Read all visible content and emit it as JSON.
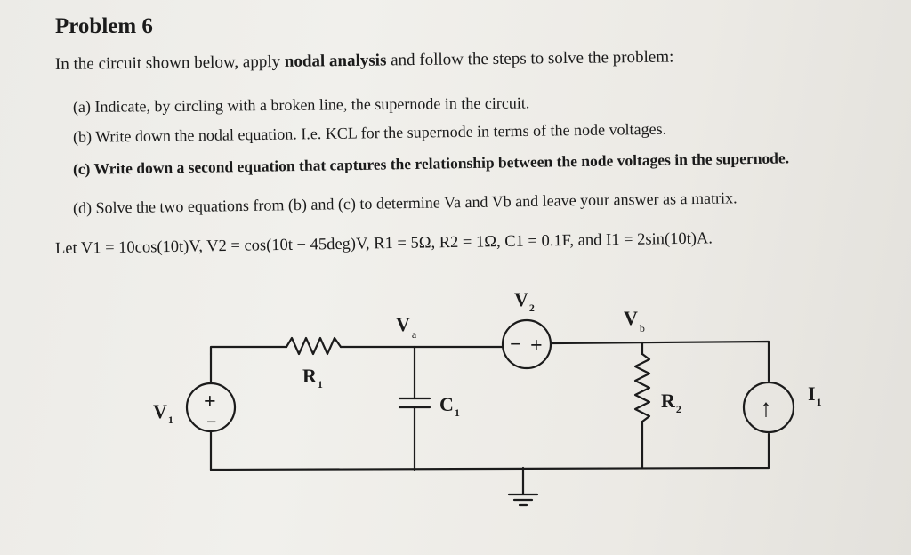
{
  "title": "Problem 6",
  "intro": {
    "before": "In the circuit shown below, apply ",
    "emphasis": "nodal analysis",
    "after": " and follow the steps to solve the problem:"
  },
  "steps": [
    "(a)  Indicate, by circling with a broken line, the supernode in the circuit.",
    "(b)  Write down the nodal equation. I.e. KCL for the supernode in terms of the node voltages.",
    "(c)  Write down a second equation that captures the relationship between the node voltages in the supernode.",
    "(d)  Solve the two equations from (b) and (c) to determine Va and Vb and leave your answer as a matrix."
  ],
  "given": "Let V1 = 10cos(10t)V, V2 = cos(10t − 45deg)V, R1 = 5Ω, R2 = 1Ω, C1 = 0.1F, and I1 = 2sin(10t)A.",
  "circuit": {
    "labels": {
      "v1": "V",
      "v1_sub": "1",
      "r1": "R",
      "r1_sub": "1",
      "va": "V",
      "va_sub": "a",
      "c1": "C",
      "c1_sub": "1",
      "v2": "V",
      "v2_sub": "2",
      "vb": "V",
      "vb_sub": "b",
      "r2": "R",
      "r2_sub": "2",
      "i1": "I",
      "i1_sub": "1"
    },
    "v2_signs": {
      "minus": "−",
      "plus": "+"
    },
    "v1_signs": {
      "plus": "+",
      "minus": "−"
    },
    "i1_arrow": "↑"
  }
}
